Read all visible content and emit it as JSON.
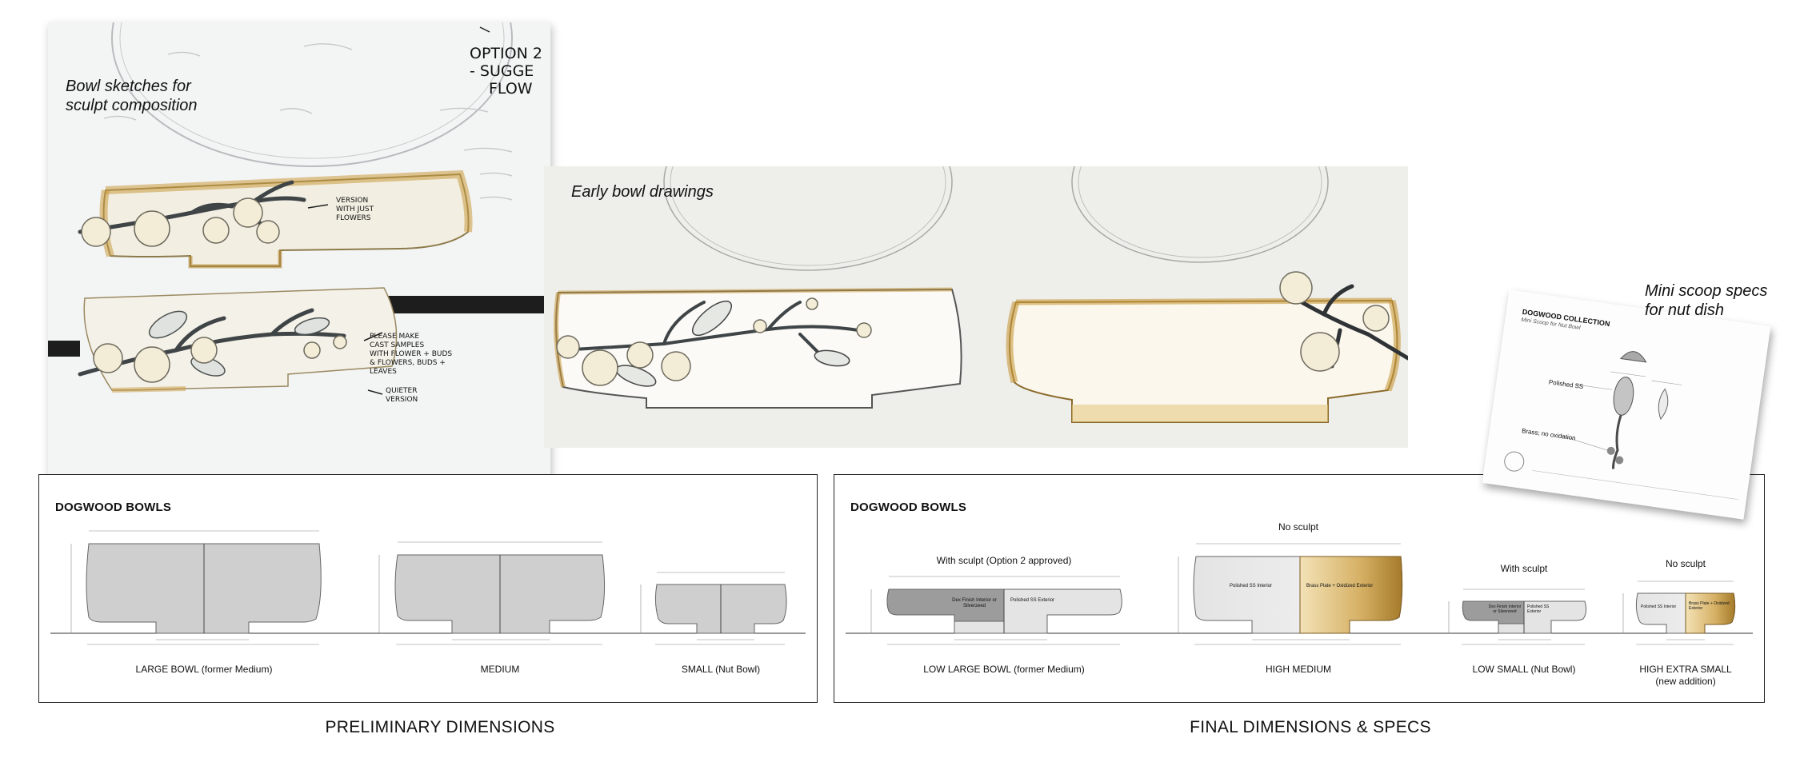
{
  "captions": {
    "bowl_sketches_line1": "Bowl sketches for",
    "bowl_sketches_line2": "sculpt composition",
    "early_drawings": "Early bowl drawings",
    "mini_scoop_line1": "Mini scoop specs",
    "mini_scoop_line2": "for nut dish"
  },
  "handwritten_notes": {
    "top_right_1": "OPTION 2",
    "top_right_2": "- SUGGE",
    "top_right_3": "FLOW",
    "version_note_1": "VERSION",
    "version_note_2": "WITH JUST",
    "version_note_3": "FLOWERS",
    "samples_note_1": "PLEASE MAKE",
    "samples_note_2": "CAST SAMPLES",
    "samples_note_3": "WITH FLOWER + BUDS",
    "samples_note_4": "& FLOWERS, BUDS +",
    "samples_note_5": "LEAVES",
    "quieter_note_1": "QUIETER",
    "quieter_note_2": "VERSION"
  },
  "spec_sheet": {
    "title": "DOGWOOD COLLECTION",
    "subtitle": "Mini Scoop for Nut Bowl",
    "label_polished": "Polished SS",
    "label_brass": "Brass; no oxidation"
  },
  "preliminary": {
    "panel_title": "DOGWOOD BOWLS",
    "caption": "PRELIMINARY DIMENSIONS",
    "bowls": [
      {
        "label": "LARGE BOWL (former Medium)"
      },
      {
        "label": "MEDIUM"
      },
      {
        "label": "SMALL (Nut Bowl)"
      }
    ]
  },
  "final": {
    "panel_title": "DOGWOOD BOWLS",
    "caption": "FINAL DIMENSIONS & SPECS",
    "bowls": [
      {
        "label": "LOW LARGE BOWL (former Medium)",
        "note": "With sculpt (Option 2 approved)",
        "left_finish": "Dex Finish Interior or Silverzeed",
        "right_finish": "Polished SS Exterior"
      },
      {
        "label": "HIGH MEDIUM",
        "note": "No sculpt",
        "left_finish": "Polished SS Interior",
        "right_finish": "Brass Plate + Oxidized Exterior"
      },
      {
        "label": "LOW SMALL (Nut Bowl)",
        "note": "With sculpt",
        "left_finish": "Dex Finish Interior or Silverzeed",
        "right_finish": "Polished SS Exterior"
      },
      {
        "label": "HIGH EXTRA SMALL",
        "label_line2": "(new addition)",
        "note": "No sculpt",
        "left_finish": "Polished SS Interior",
        "right_finish": "Brass Plate + Oxidized Exterior"
      }
    ]
  },
  "colors": {
    "bowl_gray": "#cfcfcf",
    "bowl_dark_gray": "#9c9c9c",
    "bowl_light": "#e4e4e4",
    "brass": "#c9a24f",
    "sepia": "#c89a3e"
  }
}
